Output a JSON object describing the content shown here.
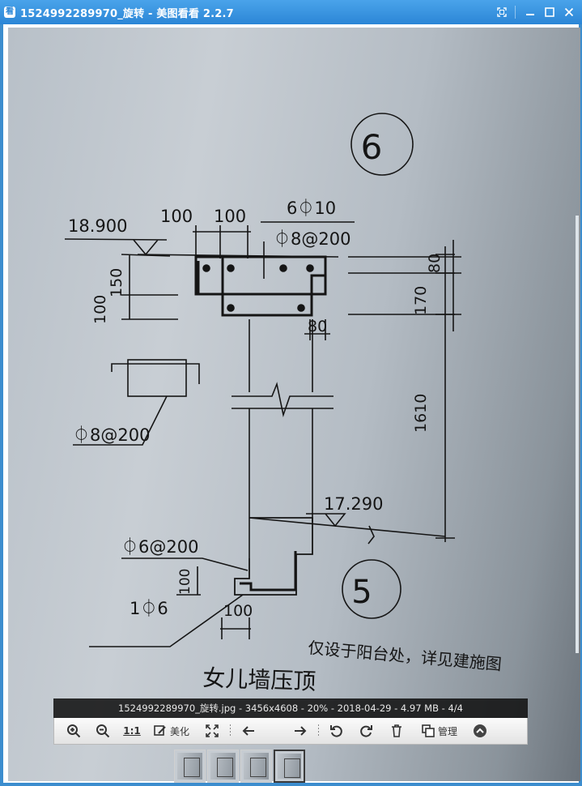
{
  "window": {
    "title": "1524992289970_旋转 - 美图看看 2.2.7",
    "app_icon_glyph": "看"
  },
  "drawing": {
    "circle_top": "6",
    "circle_bottom": "5",
    "elev_top": "18.900",
    "elev_bottom": "17.290",
    "dim_100_a": "100",
    "dim_100_b": "100",
    "rebar_main": "6⏀10",
    "stirrup_top": "⏀8@200",
    "dim_150": "150",
    "dim_100_c": "100",
    "dim_170": "170",
    "dim_80_a": "80",
    "dim_80_b": "80",
    "dim_1610": "1610",
    "stirrup_left": "⏀8@200",
    "stirrup_bottom": "⏀6@200",
    "dim_100_d": "100",
    "dim_100_e": "100",
    "rebar_bottom": "1⏀6",
    "note": "仅设于阳台处，详见建施图",
    "caption": "女儿墙压顶"
  },
  "info_bar": {
    "text": "1524992289970_旋转.jpg - 3456x4608 - 20% - 2018-04-29 - 4.97 MB - 4/4"
  },
  "toolbar": {
    "actual_size_label": "1:1",
    "beautify_label": "美化",
    "manage_label": "管理"
  },
  "thumbnails": {
    "count": 4,
    "active_index": 3
  },
  "colors": {
    "titlebar": "#2b86d6",
    "info_bar": "#121212",
    "toolbar": "#eeeeee"
  }
}
